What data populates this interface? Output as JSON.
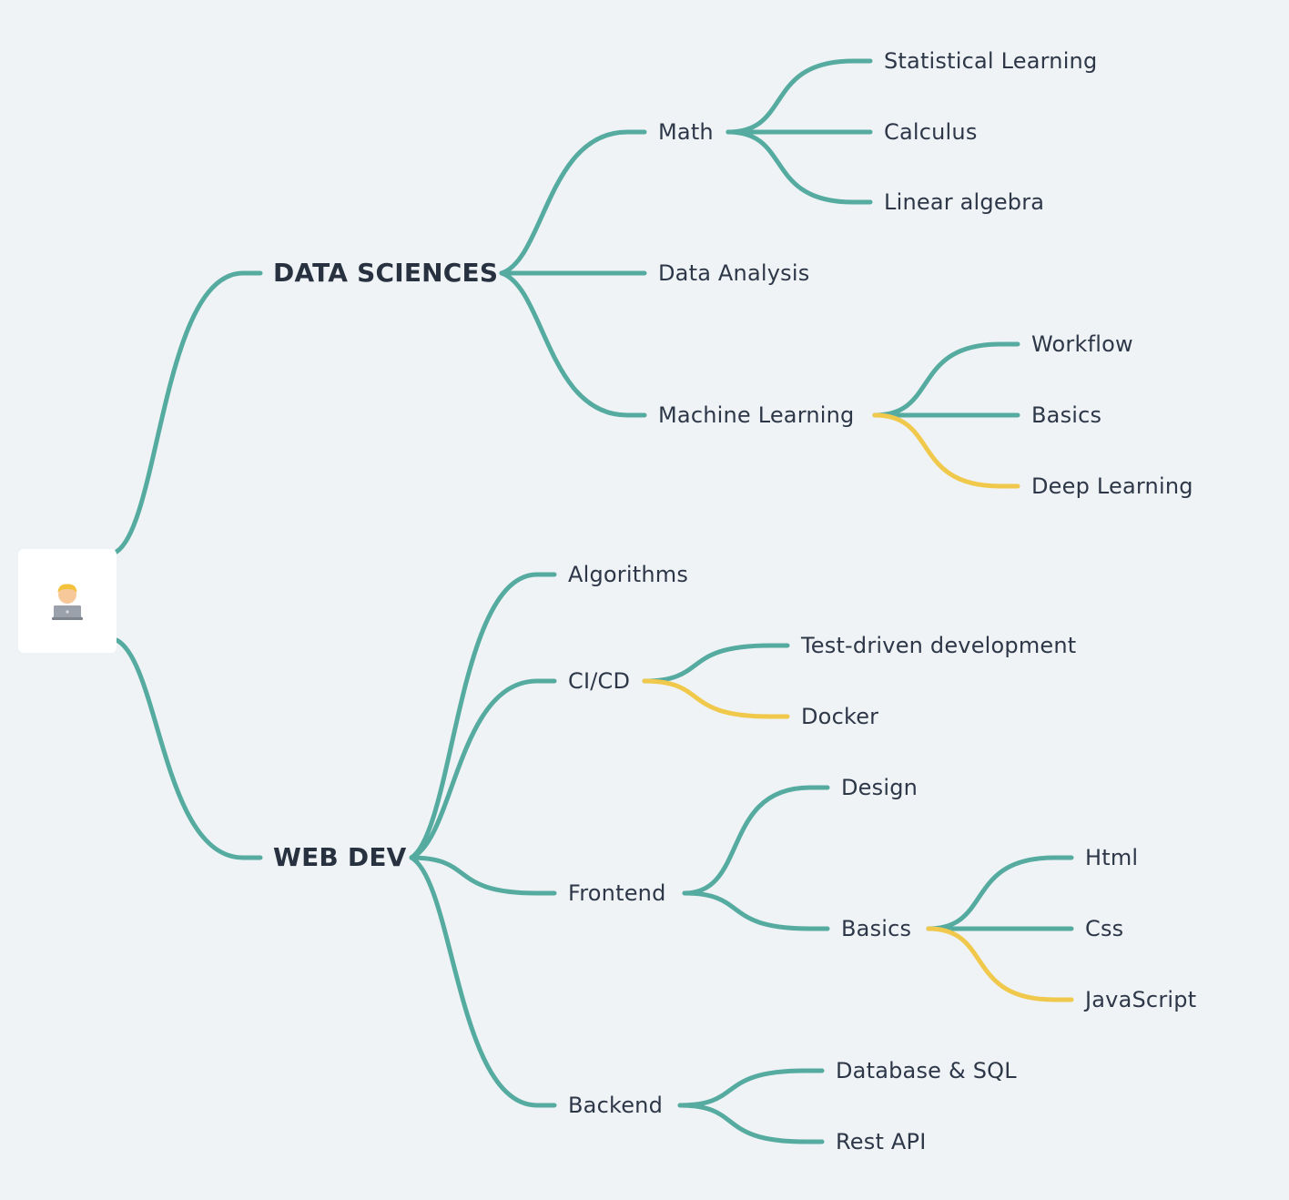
{
  "mindmap": {
    "root": {
      "icon": "person-at-laptop-icon"
    },
    "colors": {
      "background": "#eff3f6",
      "edge": "#55ab9f",
      "edge_highlight": "#f0c94c",
      "text": "#2d3748"
    },
    "branches": {
      "data_sciences": {
        "label": "DATA SCIENCES",
        "math": {
          "label": "Math",
          "statistical_learning": "Statistical Learning",
          "calculus": "Calculus",
          "linear_algebra": "Linear algebra"
        },
        "data_analysis": "Data Analysis",
        "machine_learning": {
          "label": "Machine Learning",
          "workflow": "Workflow",
          "basics": "Basics",
          "deep_learning": "Deep Learning"
        }
      },
      "web_dev": {
        "label": "WEB DEV",
        "algorithms": "Algorithms",
        "cicd": {
          "label": "CI/CD",
          "tdd": "Test-driven development",
          "docker": "Docker"
        },
        "frontend": {
          "label": "Frontend",
          "design": "Design",
          "basics": {
            "label": "Basics",
            "html": "Html",
            "css": "Css",
            "javascript": "JavaScript"
          }
        },
        "backend": {
          "label": "Backend",
          "database_sql": "Database & SQL",
          "rest_api": "Rest API"
        }
      }
    }
  }
}
